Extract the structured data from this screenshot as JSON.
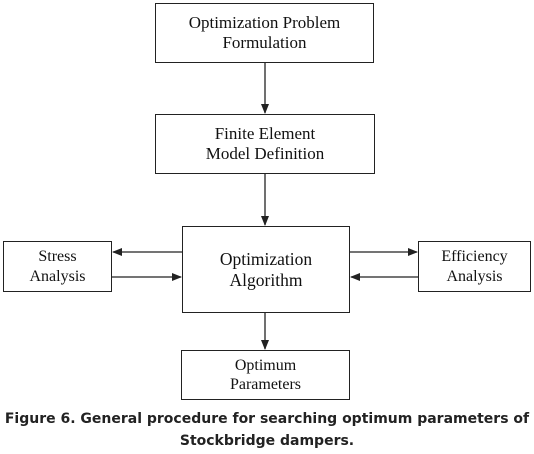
{
  "boxes": {
    "formulation": "Optimization Problem\nFormulation",
    "fem": "Finite Element\nModel Definition",
    "algorithm": "Optimization\nAlgorithm",
    "stress": "Stress\nAnalysis",
    "efficiency": "Efficiency\nAnalysis",
    "optimum": "Optimum\nParameters"
  },
  "caption": {
    "line1": "Figure 6. General procedure for searching optimum parameters of",
    "line2": "Stockbridge dampers."
  },
  "colors": {
    "line": "#222222",
    "background": "#ffffff"
  }
}
